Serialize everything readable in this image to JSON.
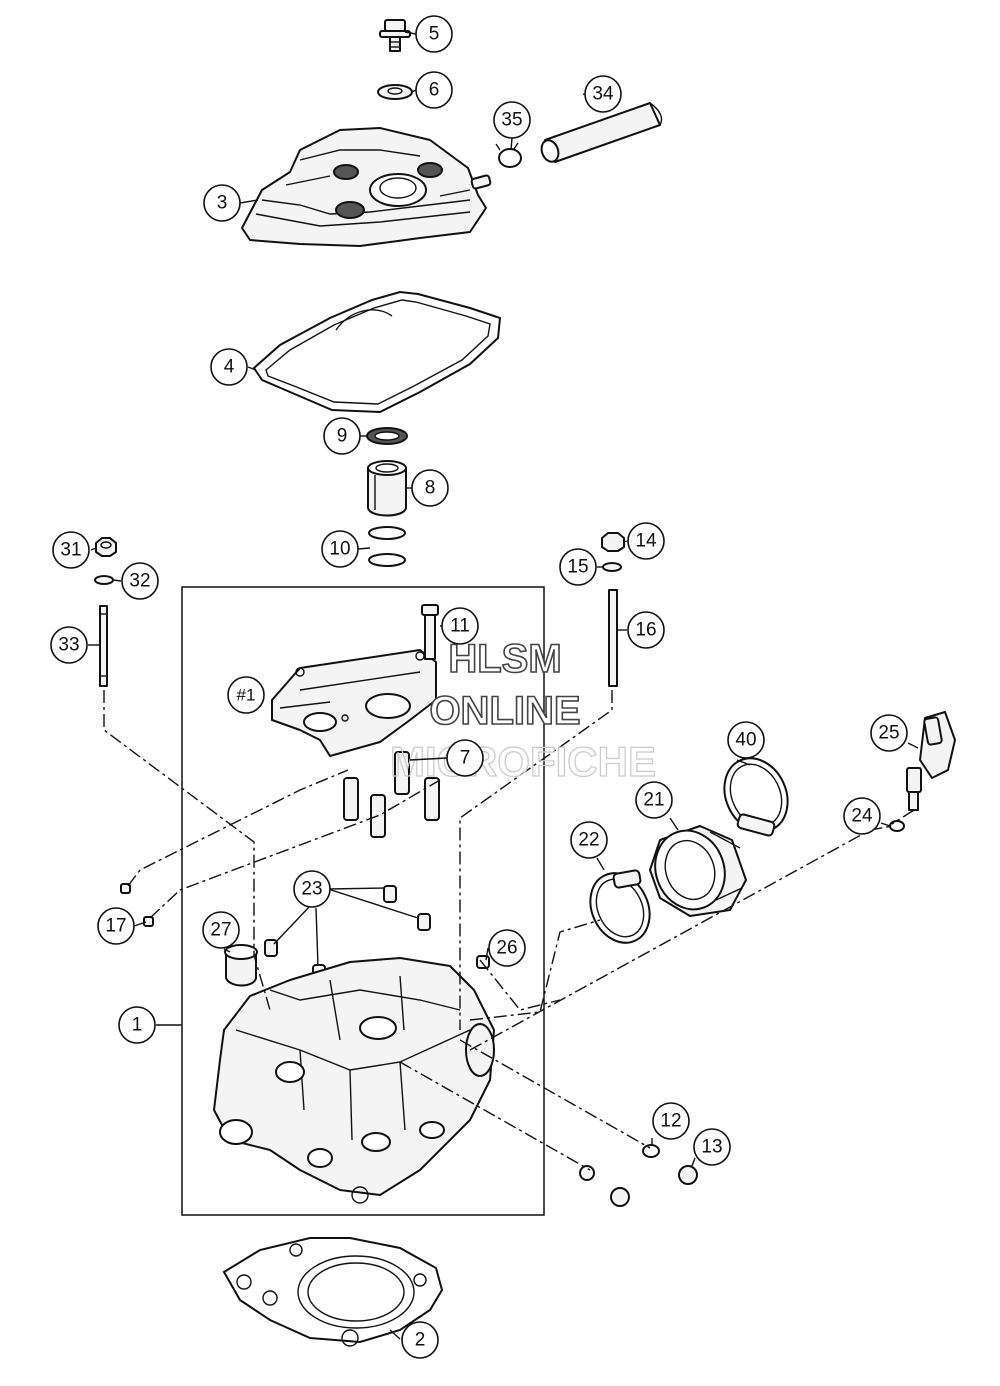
{
  "diagram": {
    "watermark": {
      "line1": "HLSM",
      "line2": "ONLINE",
      "line3": "MICROFICHE"
    },
    "callouts": {
      "c1": "1",
      "c2": "2",
      "c3": "3",
      "c4": "4",
      "c5": "5",
      "c6": "6",
      "c7": "7",
      "c8": "8",
      "c9": "9",
      "c10": "10",
      "c11": "11",
      "c12": "12",
      "c13": "13",
      "c14": "14",
      "c15": "15",
      "c16": "16",
      "c17": "17",
      "c21": "21",
      "c22": "22",
      "c23": "23",
      "c24": "24",
      "c25": "25",
      "c26": "26",
      "c27": "27",
      "c31": "31",
      "c32": "32",
      "c33": "33",
      "c34": "34",
      "c35": "35",
      "c40": "40",
      "c_hash1": "#1"
    }
  }
}
